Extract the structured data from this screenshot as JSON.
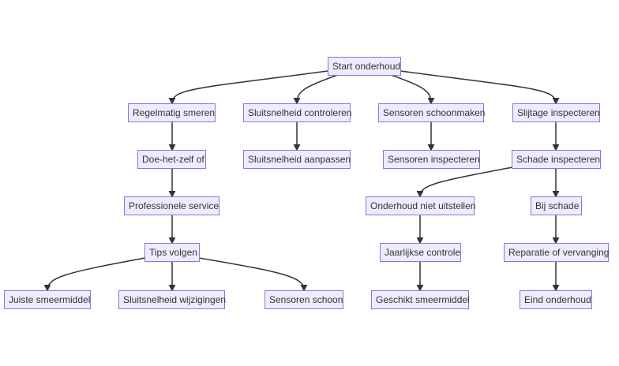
{
  "colors": {
    "node_fill": "#ECECFF",
    "node_border": "#9370DB",
    "edge": "#333333",
    "text": "#333333"
  },
  "nodes": {
    "start": "Start onderhoud",
    "lubricate": "Regelmatig smeren",
    "speed_check": "Sluitsnelheid controleren",
    "clean_sensors": "Sensoren schoonmaken",
    "wear_inspect": "Slijtage inspecteren",
    "diy": "Doe-het-zelf of",
    "speed_adjust": "Sluitsnelheid aanpassen",
    "sensor_inspect": "Sensoren inspecteren",
    "damage_inspect": "Schade inspecteren",
    "pro_service": "Professionele service",
    "no_delay": "Onderhoud niet uitstellen",
    "if_damage": "Bij schade",
    "tips": "Tips volgen",
    "annual_check": "Jaarlijkse controle",
    "repair_replace": "Reparatie of vervanging",
    "right_lube": "Juiste smeermiddel",
    "speed_changes": "Sluitsnelheid wijzigingen",
    "sensors_clean": "Sensoren schoon",
    "suitable_lube": "Geschikt smeermiddel",
    "end": "Eind onderhoud"
  }
}
